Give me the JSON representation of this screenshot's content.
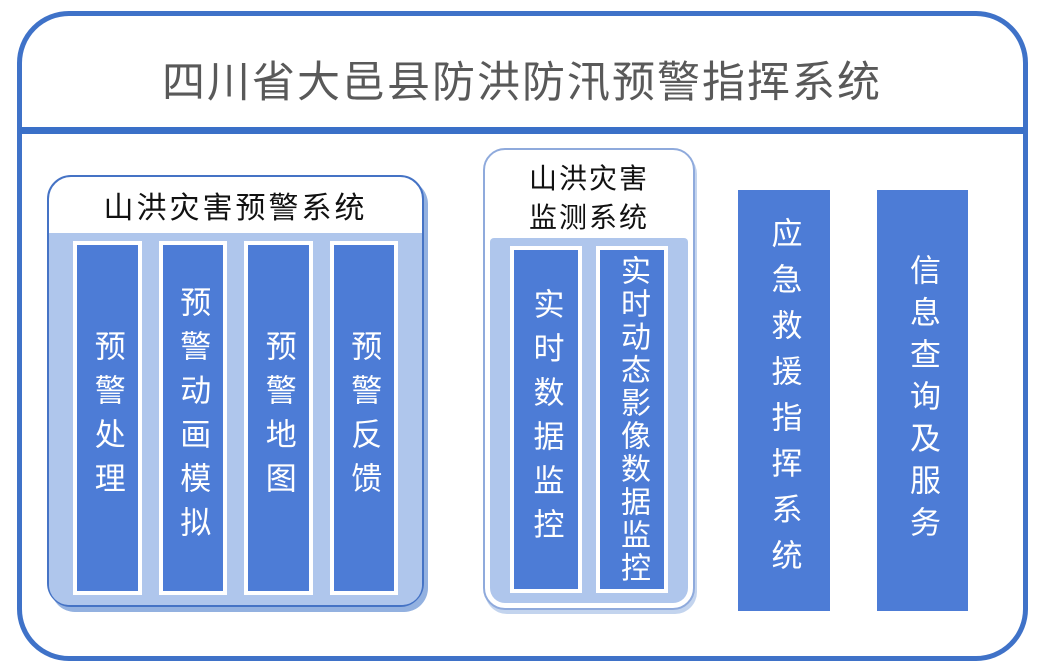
{
  "title": "四川省大邑县防洪防汛预警指挥系统",
  "colors": {
    "accent": "#3F72C8",
    "panel_border": "#4573C5",
    "mid_border": "#8FAADC",
    "bar": "#4D7CD6",
    "bar_light": "#AFC6EC",
    "shadow": "#93B1E0",
    "mid_shadow": "#C3D4EE",
    "title_color": "#595959",
    "divider": "#3A70C8"
  },
  "panels": {
    "warning": {
      "header": "山洪灾害预警系统",
      "bars": [
        "预警处理",
        "预警动画模拟",
        "预警地图",
        "预警反馈"
      ]
    },
    "monitoring": {
      "header": "山洪灾害监测系统",
      "bars": [
        "实时数据监控",
        "实时动态影像数据监控"
      ]
    }
  },
  "pillars": {
    "emergency": "应急救援指挥系统",
    "info": "信息查询及服务"
  }
}
